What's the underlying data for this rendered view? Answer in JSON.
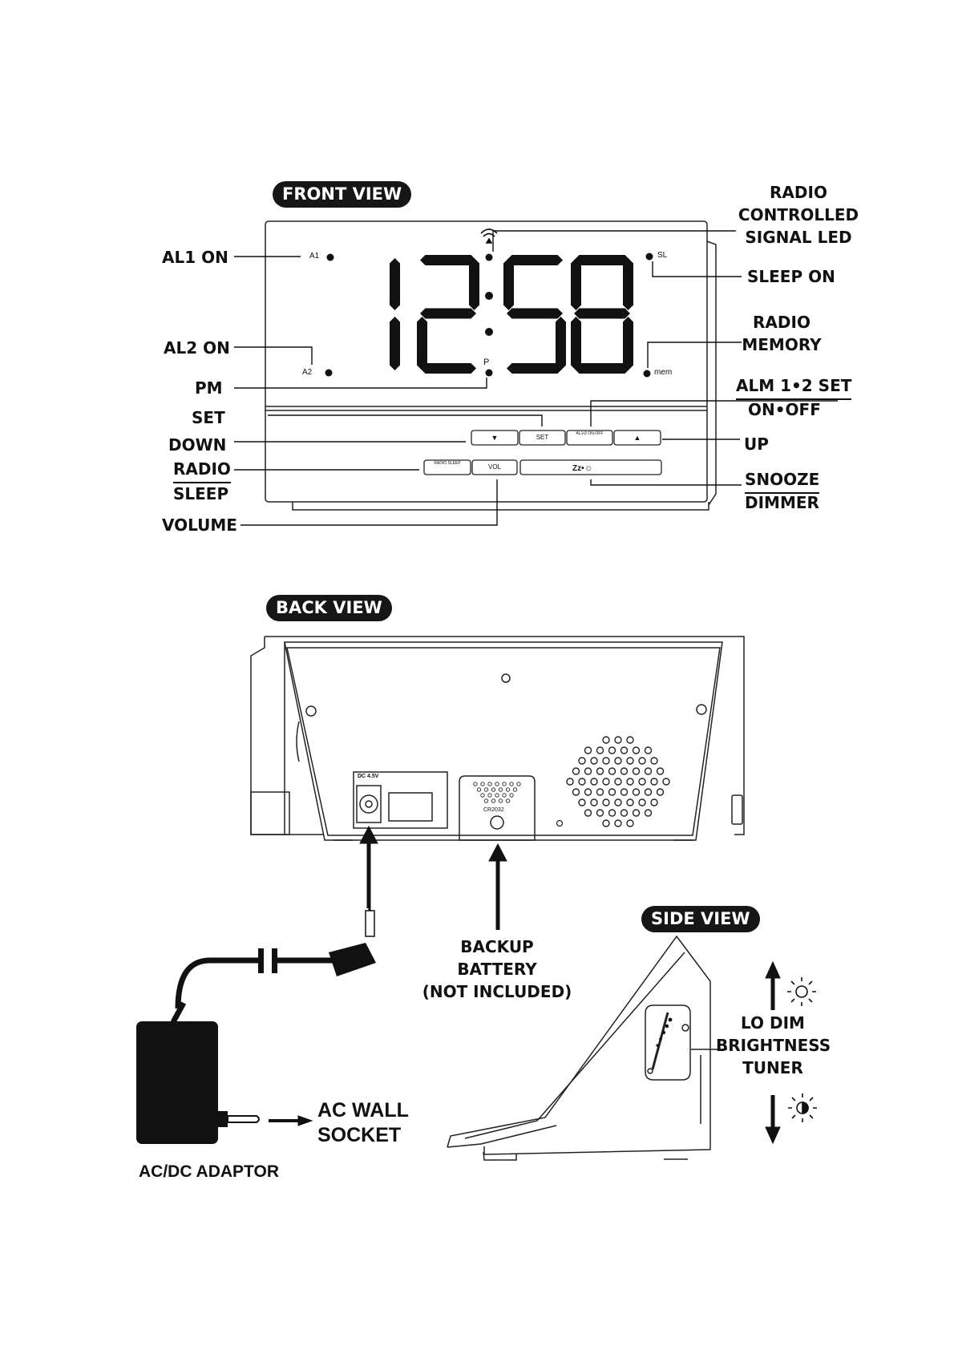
{
  "front_view": {
    "title": "FRONT VIEW",
    "display_time": [
      "1",
      "2",
      "5",
      "8"
    ],
    "display_marks": {
      "a1": "A1",
      "a2": "A2",
      "p": "P",
      "sl": "SL",
      "mem": "mem"
    },
    "buttons": {
      "down": "▼",
      "set": "SET",
      "al": "AL1•2 ON-OFF",
      "up": "▲",
      "radio_sleep": "RADIO SLEEP",
      "vol": "VOL",
      "snooze": "Zz•"
    },
    "labels": {
      "al1_on": "AL1 ON",
      "al2_on": "AL2 ON",
      "pm": "PM",
      "set": "SET",
      "down": "DOWN",
      "radio": "RADIO",
      "sleep": "SLEEP",
      "volume": "VOLUME",
      "radio_controlled": [
        "RADIO",
        "CONTROLLED",
        "SIGNAL LED"
      ],
      "sleep_on": "SLEEP ON",
      "radio_memory": [
        "RADIO",
        "MEMORY"
      ],
      "alm_set": "ALM 1•2 SET",
      "on_off": "ON•OFF",
      "up": "UP",
      "snooze": "SNOOZE",
      "dimmer": "DIMMER"
    }
  },
  "back_view": {
    "title": "BACK VIEW",
    "dc_label": "DC 4.5V",
    "battery_code": "CR2032",
    "backup_battery": [
      "BACKUP",
      "BATTERY",
      "(NOT INCLUDED)"
    ],
    "ac_wall_socket": [
      "AC WALL",
      "SOCKET"
    ],
    "adaptor": "AC/DC ADAPTOR"
  },
  "side_view": {
    "title": "SIDE VIEW",
    "tuner": [
      "LO DIM",
      "BRIGHTNESS",
      "TUNER"
    ]
  }
}
